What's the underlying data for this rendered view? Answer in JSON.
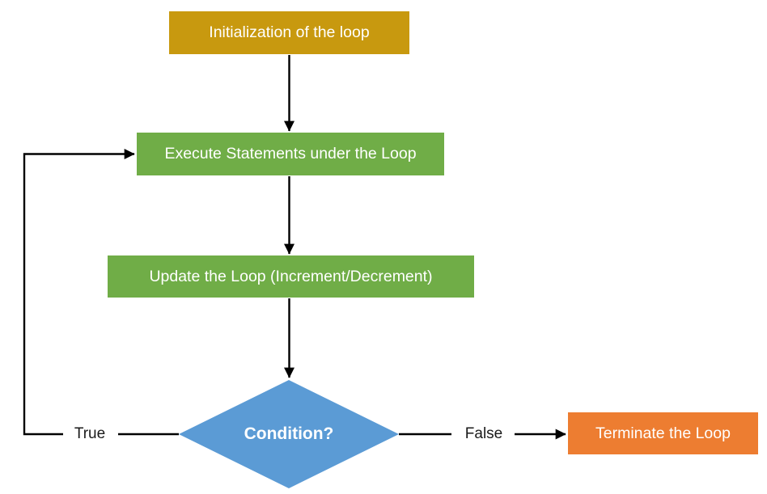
{
  "diagram": {
    "type": "flowchart",
    "background_color": "#FFFFFF",
    "line_color": "#000000",
    "nodes": [
      {
        "id": "init",
        "label": "Initialization of the loop",
        "shape": "rectangle",
        "color": "#C8990F",
        "text_color": "#FFFFFF"
      },
      {
        "id": "execute",
        "label": "Execute Statements under the Loop",
        "shape": "rectangle",
        "color": "#70AD47",
        "text_color": "#FFFFFF"
      },
      {
        "id": "update",
        "label": "Update the Loop (Increment/Decrement)",
        "shape": "rectangle",
        "color": "#70AD47",
        "text_color": "#FFFFFF"
      },
      {
        "id": "condition",
        "label": "Condition?",
        "shape": "diamond",
        "color": "#5B9BD5",
        "text_color": "#FFFFFF"
      },
      {
        "id": "terminate",
        "label": "Terminate the Loop",
        "shape": "rectangle",
        "color": "#ED7D31",
        "text_color": "#FFFFFF"
      }
    ],
    "edges": [
      {
        "from": "init",
        "to": "execute",
        "label": ""
      },
      {
        "from": "execute",
        "to": "update",
        "label": ""
      },
      {
        "from": "update",
        "to": "condition",
        "label": ""
      },
      {
        "from": "condition",
        "to": "execute",
        "label": "True"
      },
      {
        "from": "condition",
        "to": "terminate",
        "label": "False"
      }
    ]
  }
}
